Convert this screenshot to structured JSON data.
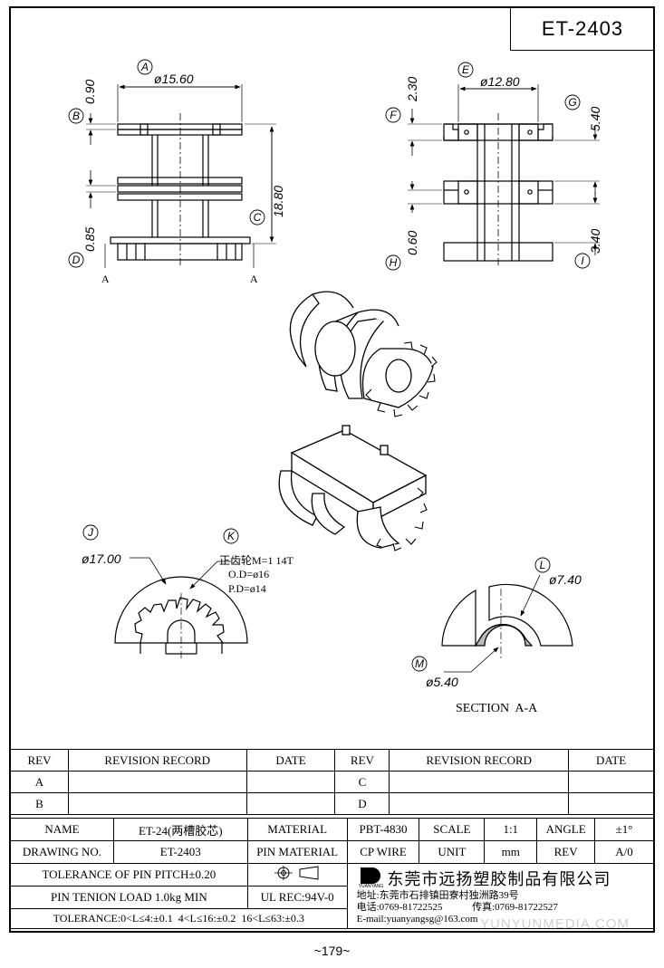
{
  "drawing": {
    "title": "ET-2403",
    "front_view": {
      "dim_a": "ø15.60",
      "dim_b": "0.90",
      "dim_c": "18.80",
      "dim_d": "0.85",
      "section_left": "A",
      "section_right": "A",
      "callouts": [
        "A",
        "B",
        "C",
        "D"
      ]
    },
    "side_view": {
      "dim_e": "ø12.80",
      "dim_f": "2.30",
      "dim_g": "5.40",
      "dim_h": "0.60",
      "dim_i": "3.40",
      "callouts": [
        "E",
        "F",
        "G",
        "H",
        "I"
      ]
    },
    "gear_view": {
      "callout_j": "J",
      "callout_k": "K",
      "dim_j": "ø17.00",
      "gear_note_1": "正齿轮M=1 14T",
      "gear_note_2": "O.D=ø16",
      "gear_note_3": "P.D=ø14"
    },
    "section_view": {
      "callout_l": "L",
      "callout_m": "M",
      "dim_l": "ø7.40",
      "dim_m": "ø5.40",
      "caption": "SECTION  A-A"
    }
  },
  "revision_table": {
    "headers": [
      "REV",
      "REVISION RECORD",
      "DATE",
      "REV",
      "REVISION RECORD",
      "DATE"
    ],
    "rows": [
      [
        "A",
        "",
        "",
        "C",
        "",
        ""
      ],
      [
        "B",
        "",
        "",
        "D",
        "",
        ""
      ]
    ]
  },
  "title_block": {
    "name_label": "NAME",
    "name_value": "ET-24(两槽胶芯)",
    "material_label": "MATERIAL",
    "material_value": "PBT-4830",
    "scale_label": "SCALE",
    "scale_value": "1:1",
    "angle_label": "ANGLE",
    "angle_value": "±1°",
    "drawing_no_label": "DRAWING NO.",
    "drawing_no_value": "ET-2403",
    "pin_material_label": "PIN MATERIAL",
    "pin_material_value": "CP WIRE",
    "unit_label": "UNIT",
    "unit_value": "mm",
    "rev_label": "REV",
    "rev_value": "A/0",
    "tolerance_pitch": "TOLERANCE OF PIN PITCH±0.20",
    "pin_tenion": "PIN TENION LOAD 1.0kg MIN",
    "ul_rec": "UL REC:94V-0",
    "tolerance_line": "TOLERANCE:0<L≤4:±0.1  4<L≤16:±0.2  16<L≤63:±0.3",
    "company_logo_text": "YUANYANG",
    "company_name": "东莞市远扬塑胶制品有限公司",
    "address": "地址:东莞市石排镇田寮村独洲路39号",
    "phone": "电话:0769-81722525",
    "fax": "传真:0769-81722527",
    "email": "E-mail:yuanyangsg@163.com"
  },
  "watermark": "YUNYUNMEDIA.COM",
  "page_number": "~179~"
}
